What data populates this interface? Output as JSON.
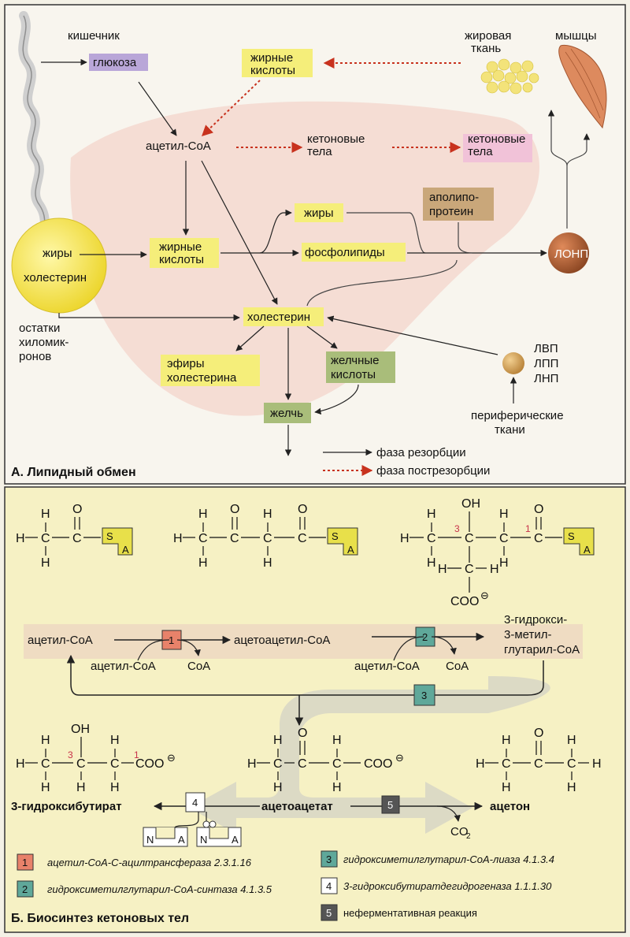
{
  "panel_a": {
    "title": "А. Липидный обмен",
    "labels": {
      "intestine": "кишечник",
      "glucose": "глюкоза",
      "fatty_acids_top_1": "жирные",
      "fatty_acids_top_2": "кислоты",
      "adipose_1": "жировая",
      "adipose_2": "ткань",
      "muscles": "мышцы",
      "acetyl_coa": "ацетил-СоА",
      "ketone_1_a": "кетоновые",
      "ketone_1_b": "тела",
      "ketone_2_a": "кетоновые",
      "ketone_2_b": "тела",
      "apolipo_1": "аполипо-",
      "apolipo_2": "протеин",
      "fats_top": "жиры",
      "fats_circle": "жиры",
      "cholesterol_circle": "холестерин",
      "fatty_acids_mid_1": "жирные",
      "fatty_acids_mid_2": "кислоты",
      "phospholipids": "фосфолипиды",
      "lonp": "ЛОНП",
      "chylo_1": "остатки",
      "chylo_2": "хиломик-",
      "chylo_3": "ронов",
      "cholesterol": "холестерин",
      "esters_1": "эфиры",
      "esters_2": "холестерина",
      "bile_acids_1": "желчные",
      "bile_acids_2": "кислоты",
      "bile": "желчь",
      "lp_1": "ЛВП",
      "lp_2": "ЛПП",
      "lp_3": "ЛНП",
      "peripheral_1": "периферические",
      "peripheral_2": "ткани"
    },
    "legend": {
      "resorption": "фаза резорбции",
      "postresorption": "фаза пострезорбции"
    }
  },
  "panel_b": {
    "title": "Б. Биосинтез кетоновых тел",
    "atoms": {
      "H": "H",
      "C": "C",
      "O": "O",
      "OH": "OH",
      "S": "S",
      "A": "A",
      "N": "N",
      "COO": "COO",
      "minus": "⊖",
      "n1": "1",
      "n3": "3"
    },
    "labels": {
      "acetyl_coa_1": "ацетил-СоА",
      "acetoacetyl_coa": "ацетоацетил-СоА",
      "hmg_1": "3-гидрокси-",
      "hmg_2": "3-метил-",
      "hmg_3": "глутарил-СоА",
      "acetyl_coa_2": "ацетил-СоА",
      "coa_1": "СоА",
      "acetyl_coa_3": "ацетил-СоА",
      "coa_2": "СоА",
      "hydroxybutyrate": "3-гидроксибутират",
      "acetoacetate": "ацетоацетат",
      "acetone": "ацетон",
      "co2": "CO",
      "co2_sub": "2"
    },
    "enzymes": [
      {
        "num": "1",
        "name": "ацетил-СоА-С-ацилтрансфераза",
        "ec": "2.3.1.16",
        "color": "#e8826a"
      },
      {
        "num": "2",
        "name": "гидроксиметилглутарил-СоА-синтаза",
        "ec": "4.1.3.5",
        "color": "#5fa89a"
      },
      {
        "num": "3",
        "name": "гидроксиметилглутарил-СоА-лиаза",
        "ec": "4.1.3.4",
        "color": "#5fa89a"
      },
      {
        "num": "4",
        "name": "3-гидроксибутиратдегидрогеназа",
        "ec": "1.1.1.30",
        "color": "#ffffff"
      },
      {
        "num": "5",
        "name": "неферментативная реакция",
        "ec": "",
        "color": "#555555"
      }
    ]
  },
  "colors": {
    "yellow_box": "#f5ee7a",
    "purple_box": "#b9a6d8",
    "green_box": "#a9bd7a",
    "tan_box": "#c9a77a",
    "circle_yellow": "#f2e24a",
    "lonp": "#a3582e",
    "dotted_arrow": "#c8321e",
    "coa_box": "#e8e04a"
  }
}
